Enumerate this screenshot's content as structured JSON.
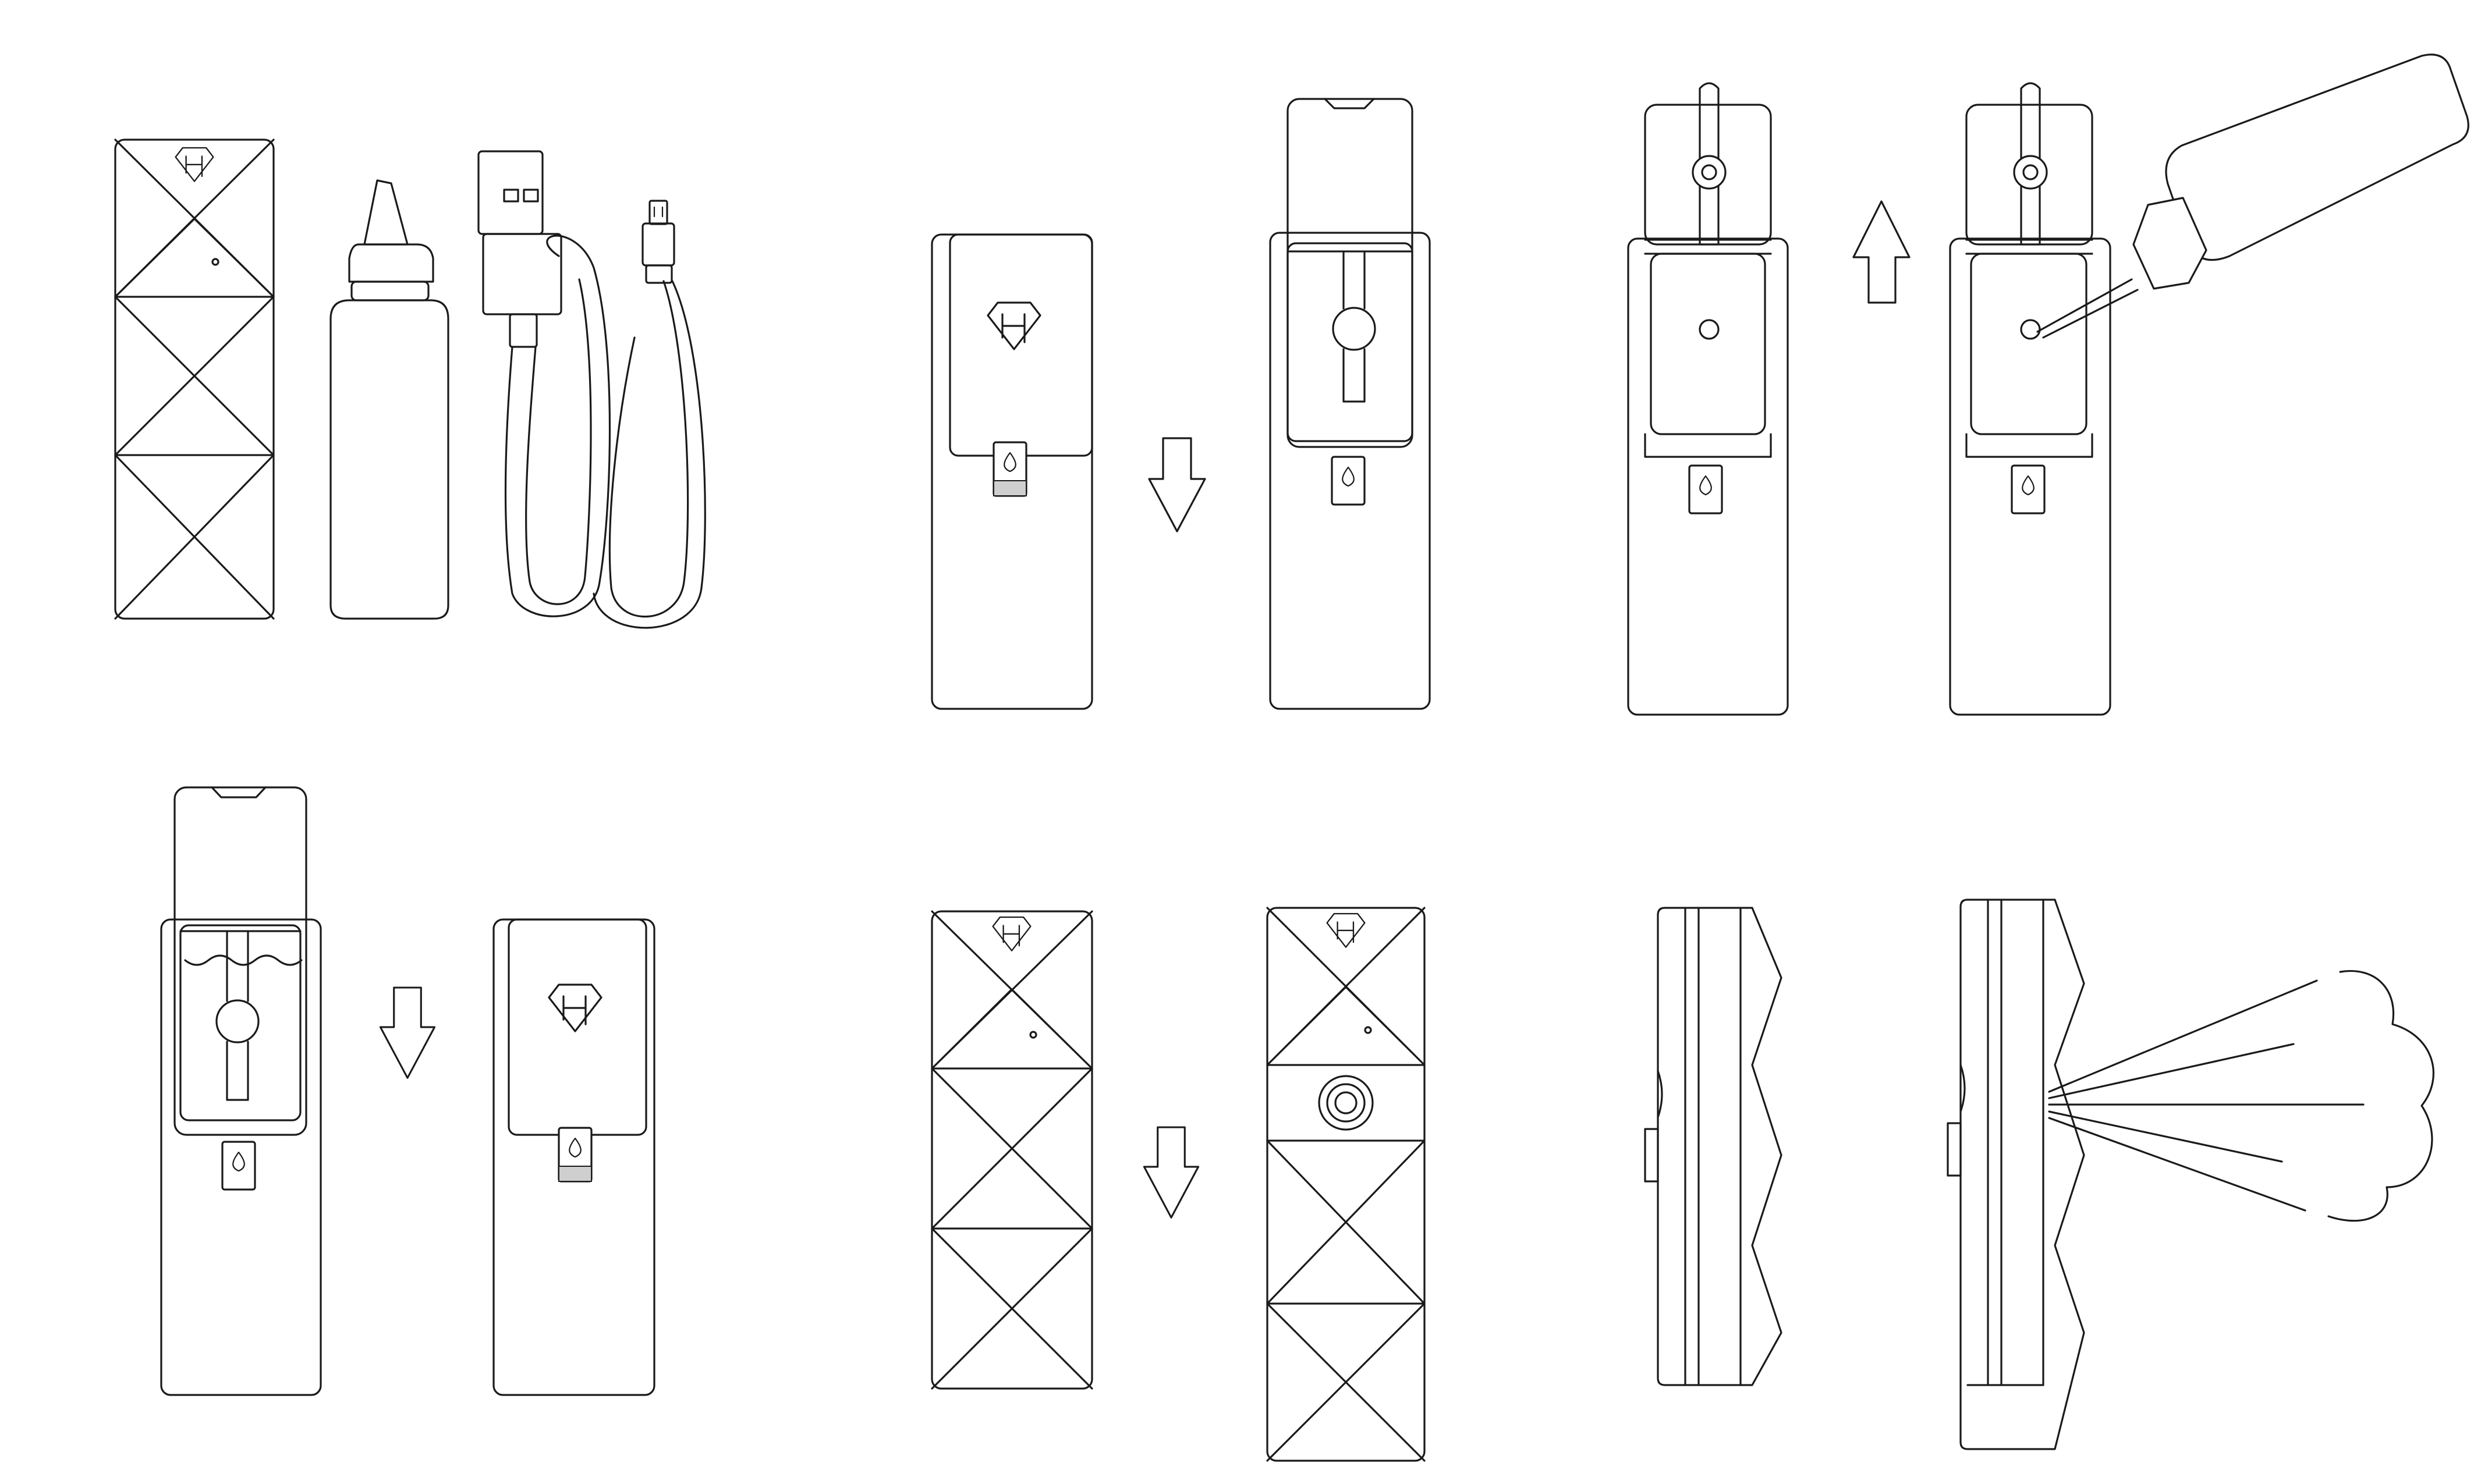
{
  "diagram": {
    "kind": "instruction-illustration",
    "colors": {
      "line": "#1a1a1a",
      "background": "#ffffff",
      "tab_fill": "#cfcfcf"
    },
    "icons": [
      "diamond-h-logo-icon",
      "down-arrow-icon",
      "up-arrow-icon",
      "water-drop-icon"
    ],
    "panels": [
      {
        "id": "contents"
      },
      {
        "id": "slide-cover-down"
      },
      {
        "id": "open-cap-fill-tank"
      },
      {
        "id": "close-cover"
      },
      {
        "id": "open-front"
      },
      {
        "id": "side-view-spray"
      }
    ]
  }
}
